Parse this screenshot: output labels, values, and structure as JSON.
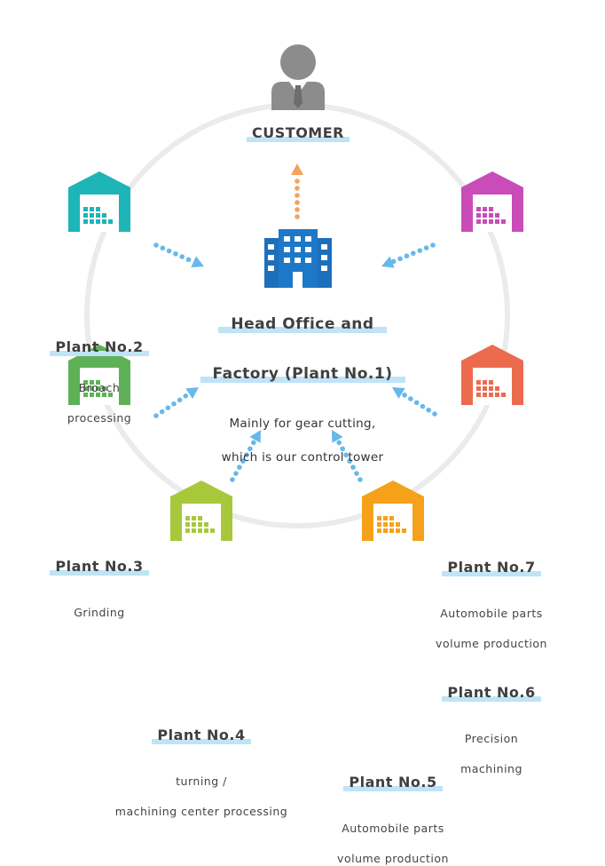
{
  "customer": {
    "label": "CUSTOMER"
  },
  "head_office": {
    "title_line1": "Head Office and",
    "title_line2": "Factory (Plant No.1)",
    "desc_line1": "Mainly for gear cutting,",
    "desc_line2": "which is our control tower"
  },
  "plants": [
    {
      "id": "plant2",
      "name": "Plant No.2",
      "desc": [
        "Broach",
        "processing"
      ],
      "color": "#1db5b7"
    },
    {
      "id": "plant3",
      "name": "Plant No.3",
      "desc": [
        "Grinding"
      ],
      "color": "#5fb157"
    },
    {
      "id": "plant4",
      "name": "Plant No.4",
      "desc": [
        "turning /",
        "machining center processing"
      ],
      "color": "#a8c83c"
    },
    {
      "id": "plant5",
      "name": "Plant No.5",
      "desc": [
        "Automobile parts",
        "volume production"
      ],
      "color": "#f5a21a"
    },
    {
      "id": "plant6",
      "name": "Plant No.6",
      "desc": [
        "Precision",
        "machining"
      ],
      "color": "#ec6b4f"
    },
    {
      "id": "plant7",
      "name": "Plant No.7",
      "desc": [
        "Automobile parts",
        "volume production"
      ],
      "color": "#c94cb8"
    }
  ],
  "colors": {
    "circle": "#e9e9e9",
    "arrow_to_hq": "#66b9ea",
    "arrow_to_customer": "#f3a35c",
    "building": "#1e73be",
    "person": "#8a8a8a"
  }
}
